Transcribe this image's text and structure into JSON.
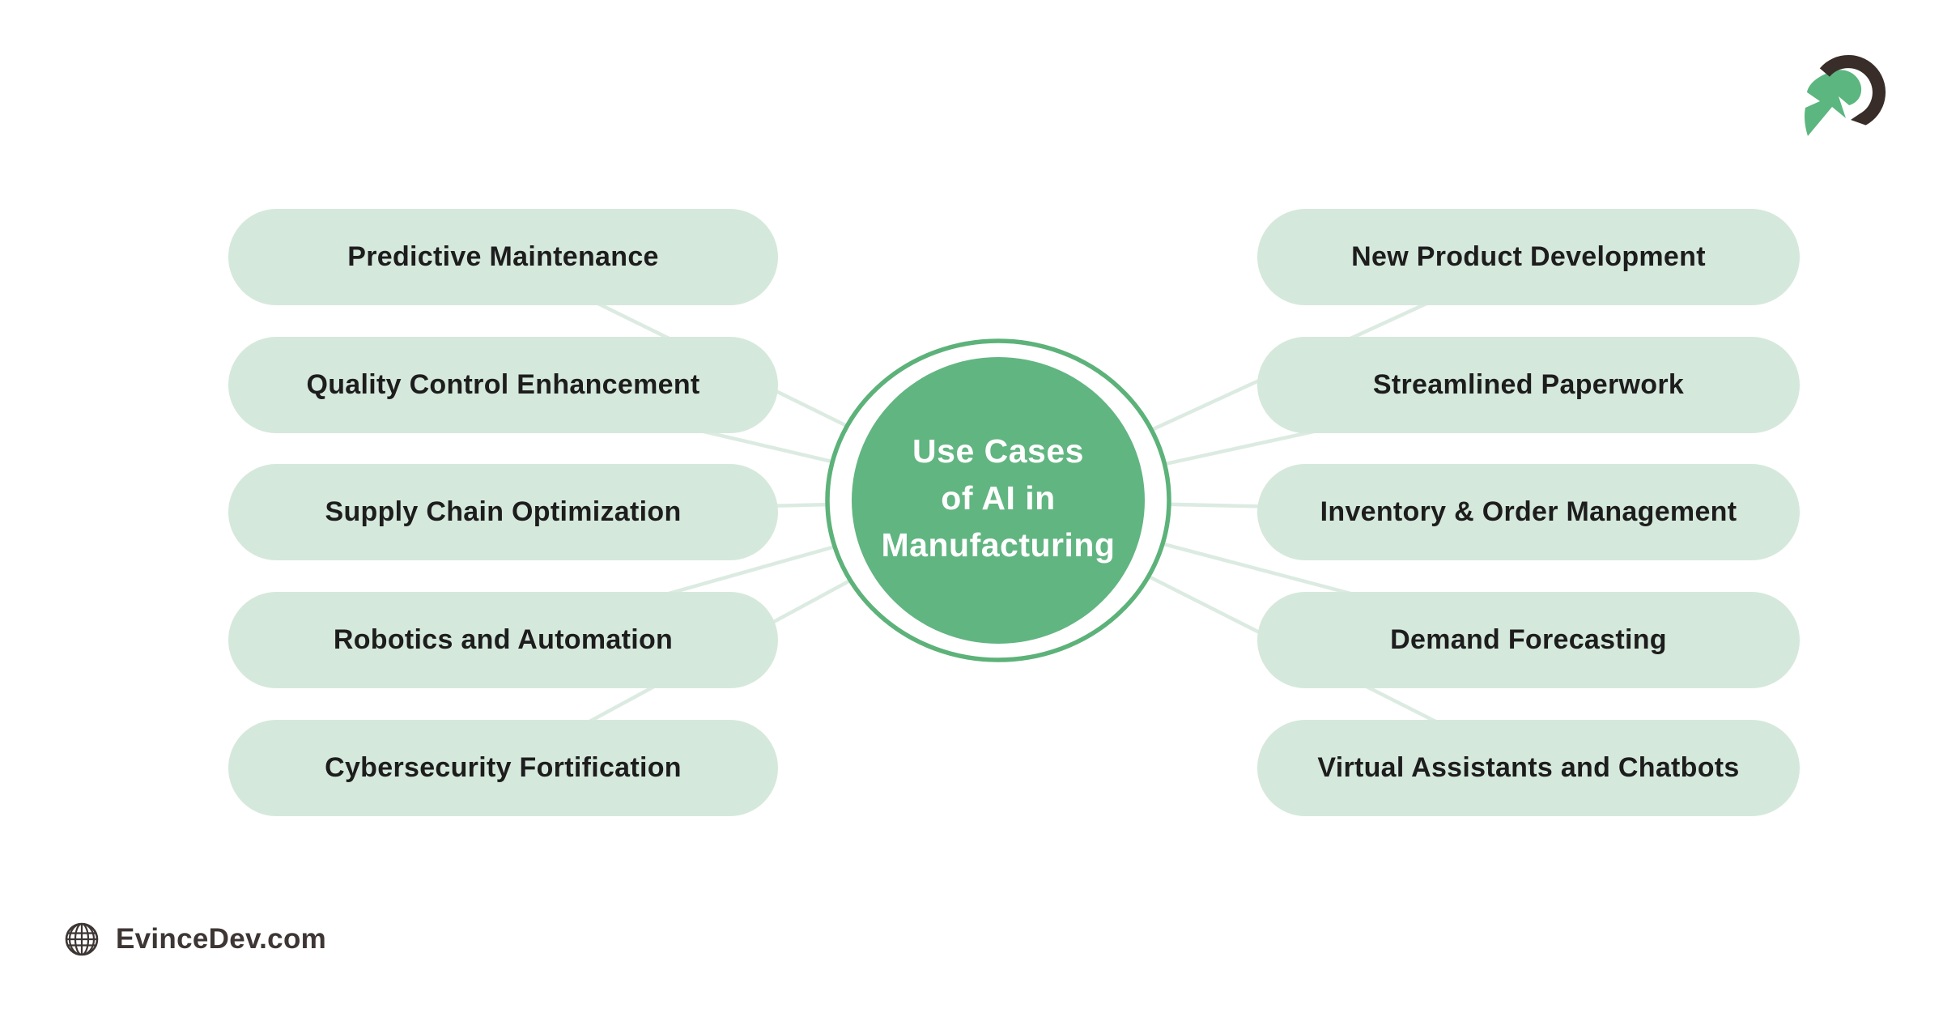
{
  "center": {
    "title_lines": [
      "Use Cases",
      "of AI in",
      "Manufacturing"
    ]
  },
  "left_items": [
    {
      "label": "Predictive Maintenance"
    },
    {
      "label": "Quality Control Enhancement"
    },
    {
      "label": "Supply Chain Optimization"
    },
    {
      "label": "Robotics and Automation"
    },
    {
      "label": "Cybersecurity Fortification"
    }
  ],
  "right_items": [
    {
      "label": "New Product Development"
    },
    {
      "label": "Streamlined Paperwork"
    },
    {
      "label": "Inventory & Order Management"
    },
    {
      "label": "Demand Forecasting"
    },
    {
      "label": "Virtual Assistants and Chatbots"
    }
  ],
  "footer": {
    "website_label": "EvinceDev.com",
    "icon": "globe-icon"
  },
  "logo": {
    "icon": "evincedev-spartan-helmet-logo"
  },
  "colors": {
    "background": "#ffffff",
    "circle_fill": "#61b581",
    "circle_ring": "#5cb279",
    "pill_fill": "#d5e8dc",
    "connector": "#dcebe2",
    "pill_text": "#1d1d1d",
    "title_text": "#ffffff",
    "footer_text": "#3d3634",
    "logo_dark": "#382d28",
    "logo_green": "#5cb67f"
  }
}
